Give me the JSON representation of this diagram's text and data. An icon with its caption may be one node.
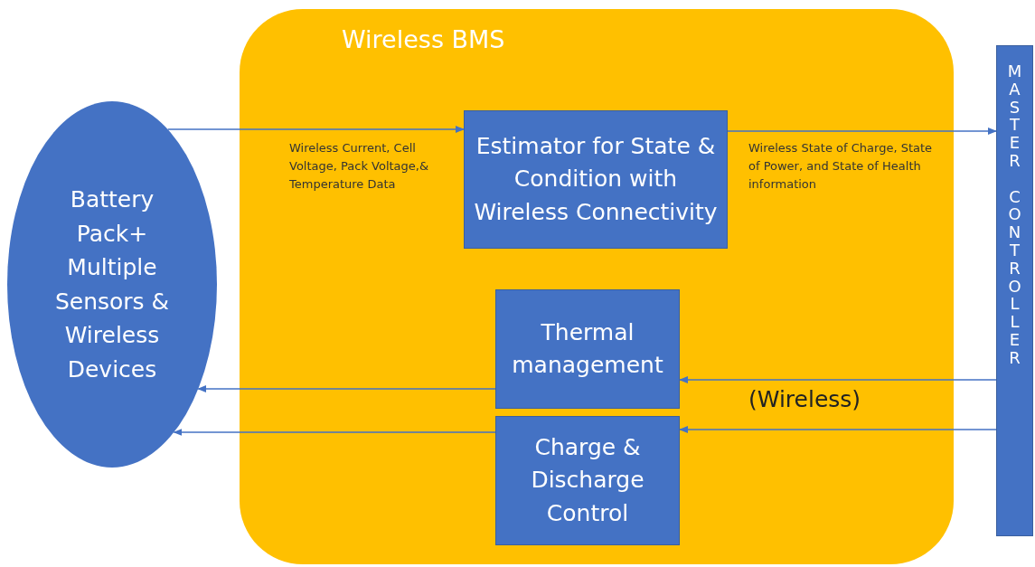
{
  "diagram": {
    "nodes": [
      {
        "text": [
          "Wireless BMS"
        ]
      },
      {
        "text": [
          "Battery Pack+ Multiple Sensors & Wireless Devices"
        ]
      },
      {
        "text": [
          "Estimator for State & Condition with Wireless Connectivity"
        ],
        "in": 0
      },
      {
        "text": [
          "Thermal management"
        ],
        "in": 0
      },
      {
        "text": [
          "Charge & Discharge Control"
        ],
        "in": 0
      },
      {
        "text": [
          "MASTER CONTROLLER"
        ]
      }
    ],
    "edges": [
      {
        "from": 1,
        "to": 2,
        "arrow": "to",
        "label": "Wireless Current, Cell Voltage, Pack Voltage,& Temperature Data"
      },
      {
        "from": 2,
        "to": 5,
        "arrow": "to",
        "label": "Wireless State of Charge, State of Power, and State of Health information"
      },
      {
        "from": 5,
        "to": 3,
        "arrow": "to"
      },
      {
        "from": 3,
        "to": 1,
        "arrow": "to"
      },
      {
        "from": 5,
        "to": 4,
        "arrow": "to"
      },
      {
        "from": 4,
        "to": 1,
        "arrow": "to"
      }
    ],
    "labels": [
      "(Wireless)"
    ]
  }
}
